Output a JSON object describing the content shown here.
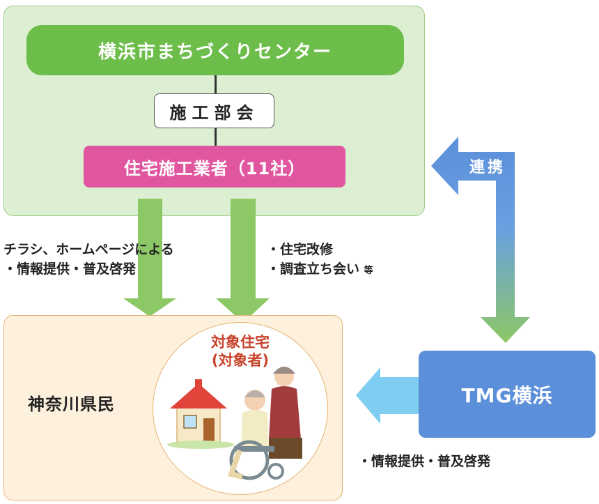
{
  "center": {
    "label": "横浜市まちづくりセンター"
  },
  "department": {
    "label": "施工部会"
  },
  "contractors": {
    "label": "住宅施工業者（11社）"
  },
  "notes": {
    "left_line1": "チラシ、ホームページによる",
    "left_line2": "・情報提供・普及啓発",
    "right_line1": "・住宅改修",
    "right_line2": "・調査立ち会い",
    "right_suffix": "等",
    "bottom": "・情報提供・普及啓発"
  },
  "residents": {
    "label": "神奈川県民"
  },
  "target": {
    "line1": "対象住宅",
    "line2": "(対象者)"
  },
  "tmg": {
    "label": "TMG横浜"
  },
  "link": {
    "label": "連携"
  },
  "colors": {
    "green_panel": "#dcefd2",
    "center_green": "#6dbd4a",
    "contractor_pink": "#e1579f",
    "resident_panel": "#fdf0dc",
    "tmg_blue": "#5b8fda",
    "arrow_green": "#8cc865",
    "arrow_lightblue": "#7fcdf0"
  }
}
